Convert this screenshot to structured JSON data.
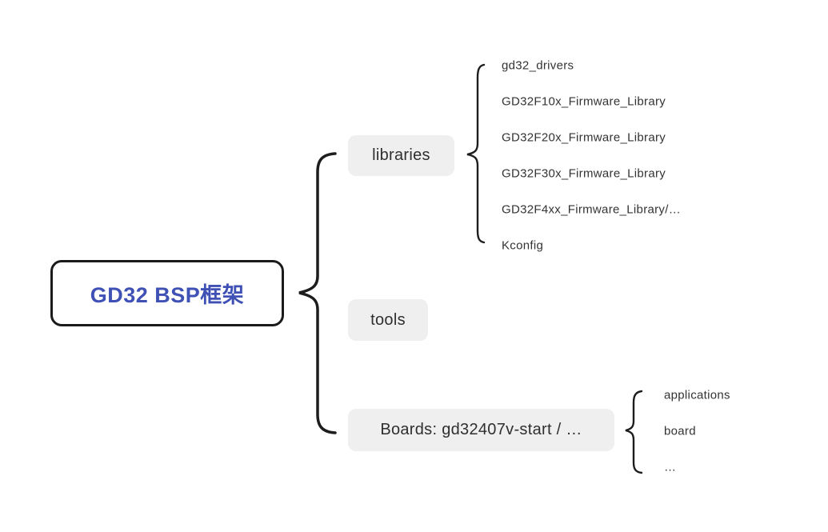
{
  "mindmap": {
    "root": {
      "label": "GD32 BSP框架"
    },
    "branches": [
      {
        "label": "libraries",
        "children": [
          {
            "label": "gd32_drivers"
          },
          {
            "label": "GD32F10x_Firmware_Library"
          },
          {
            "label": "GD32F20x_Firmware_Library"
          },
          {
            "label": "GD32F30x_Firmware_Library"
          },
          {
            "label": "GD32F4xx_Firmware_Library/…"
          },
          {
            "label": "Kconfig"
          }
        ]
      },
      {
        "label": "tools",
        "children": []
      },
      {
        "label": "Boards: gd32407v-start / …",
        "children": [
          {
            "label": "applications"
          },
          {
            "label": "board"
          },
          {
            "label": "…"
          }
        ]
      }
    ]
  },
  "colors": {
    "background": "#ffffff",
    "root_text": "#3f51b5",
    "root_border": "#1b1b1b",
    "node_background": "#efefef",
    "node_text": "#2f2f2f",
    "leaf_text": "#333333",
    "brace_line": "#1d1d1d"
  }
}
